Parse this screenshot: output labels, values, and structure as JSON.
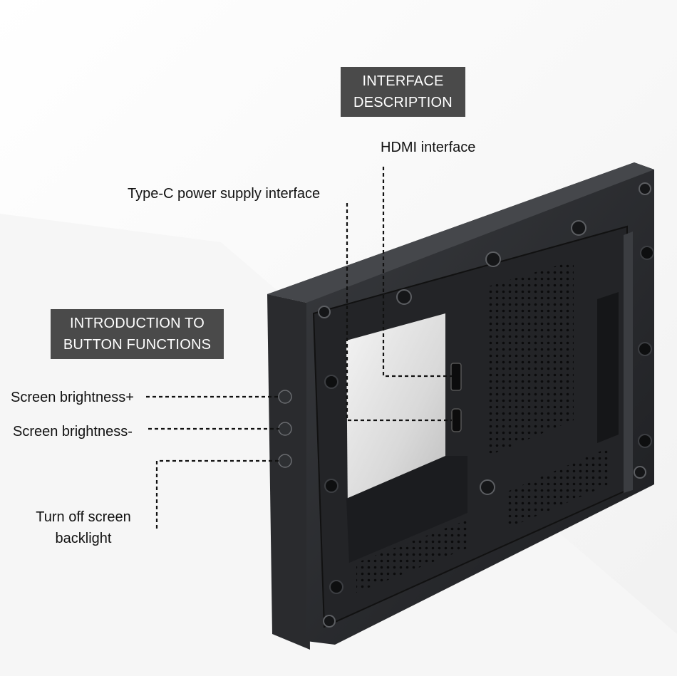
{
  "headings": {
    "interface_line1": "INTERFACE",
    "interface_line2": "DESCRIPTION",
    "buttons_line1": "INTRODUCTION TO",
    "buttons_line2": "BUTTON FUNCTIONS"
  },
  "callouts": {
    "hdmi": "HDMI interface",
    "typec": "Type-C power supply interface",
    "brightness_up": "Screen brightness+",
    "brightness_down": "Screen brightness-",
    "backlight_line1": "Turn off screen",
    "backlight_line2": "backlight"
  },
  "colors": {
    "badge_bg": "#4a4a4a",
    "badge_text": "#ffffff",
    "device_body": "#2b2d30",
    "device_face": "#1f2124",
    "leader_line": "#111111"
  },
  "icons": {
    "device": "monitor-rear-panel-illustration"
  }
}
